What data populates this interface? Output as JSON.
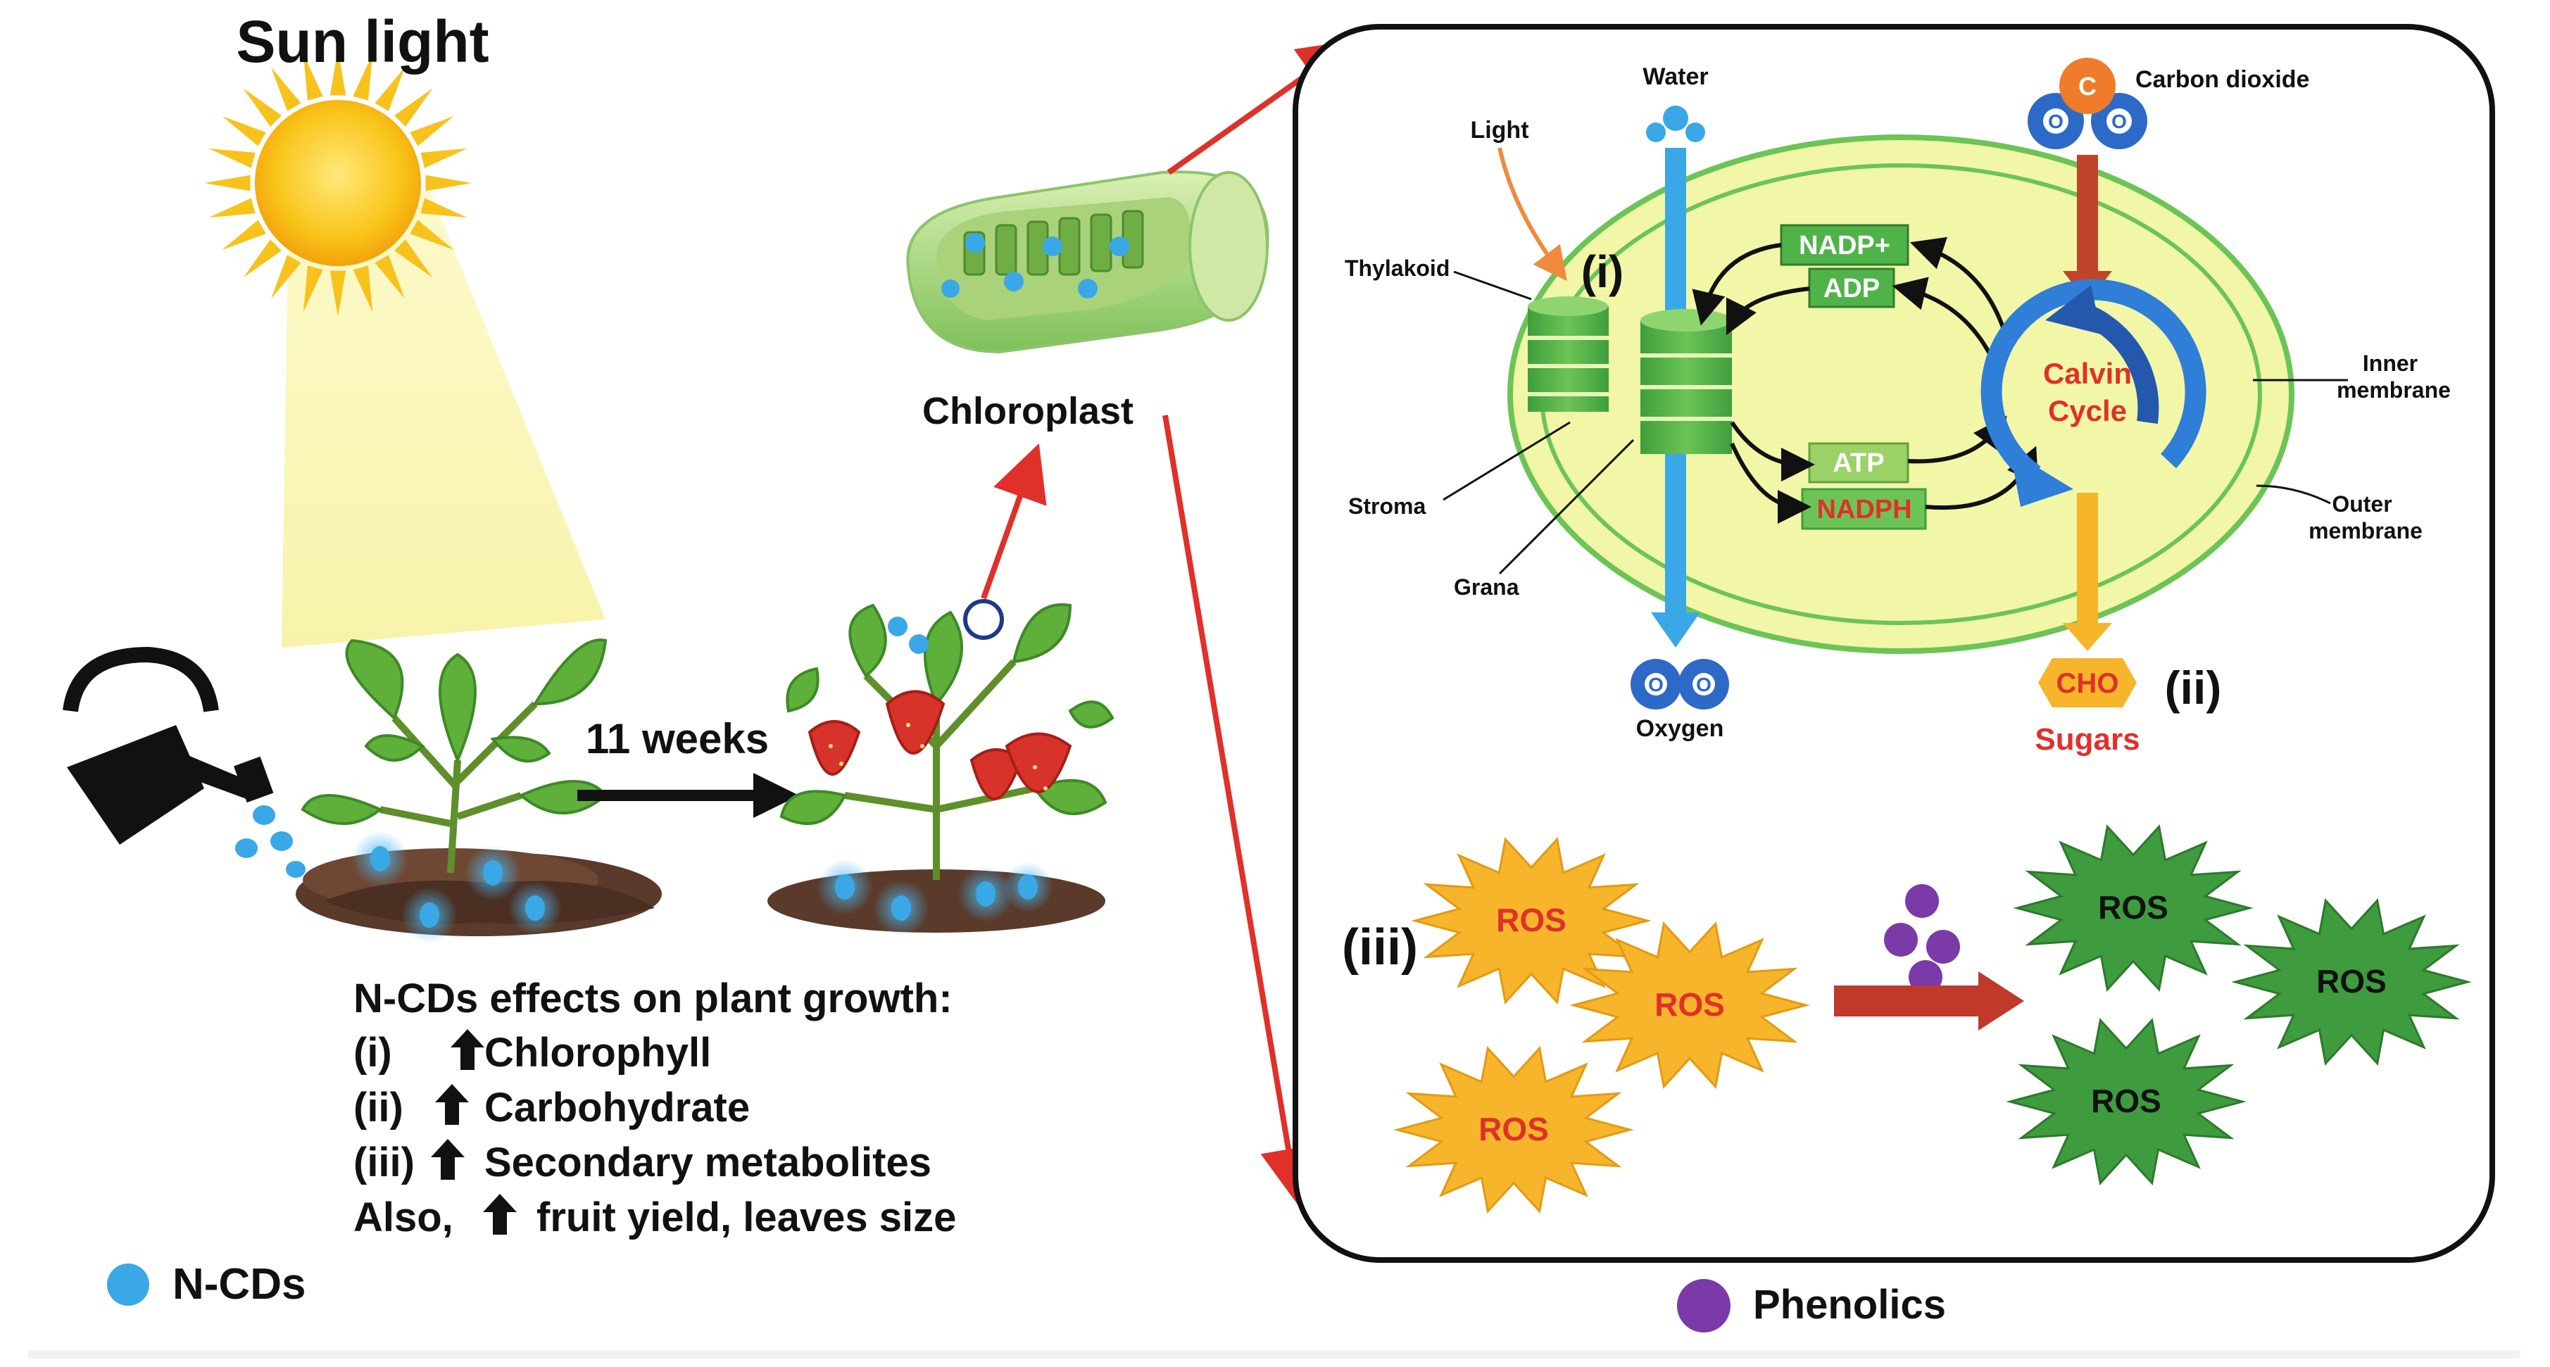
{
  "sunlight": {
    "title": "Sun light"
  },
  "chloroplast": {
    "label": "Chloroplast"
  },
  "timeline": {
    "label": "11 weeks"
  },
  "effects": {
    "heading": "N-CDs effects on plant growth:",
    "items": [
      {
        "marker": "(i)",
        "text": "Chlorophyll"
      },
      {
        "marker": "(ii)",
        "text": "Carbohydrate"
      },
      {
        "marker": "(iii)",
        "text": "Secondary metabolites"
      }
    ],
    "also_prefix": "Also,",
    "also_text": "fruit yield, leaves size"
  },
  "legend": {
    "ncds": "N-CDs",
    "phenolics": "Phenolics"
  },
  "photosynthesis": {
    "water": "Water",
    "carbon_dioxide": "Carbon dioxide",
    "co2_atom_c": "C",
    "co2_atom_o": "O",
    "light": "Light",
    "thylakoid": "Thylakoid",
    "marker_i": "(i)",
    "nadp": "NADP+",
    "adp": "ADP",
    "atp": "ATP",
    "nadph": "NADPH",
    "calvin_line1": "Calvin",
    "calvin_line2": "Cycle",
    "inner_membrane_line1": "Inner",
    "inner_membrane_line2": "membrane",
    "outer_membrane_line1": "Outer",
    "outer_membrane_line2": "membrane",
    "stroma": "Stroma",
    "grana": "Grana",
    "oxygen": "Oxygen",
    "oxygen_atom": "O",
    "cho": "CHO",
    "marker_ii": "(ii)",
    "sugars": "Sugars"
  },
  "ros_panel": {
    "marker_iii": "(iii)",
    "ros": "ROS"
  },
  "colors": {
    "arrow_red": "#e0302a",
    "ncd_blue": "#3aa8e6",
    "phenolic_purple": "#7a3aa8",
    "ros_yellow": "#f6b52a",
    "ros_green": "#3e9b3e",
    "chloroplast_fill": "#eef5a6",
    "grana_green": "#4fb34a"
  },
  "icons": [
    "sun-icon",
    "watering-can-icon",
    "seedling-icon",
    "strawberry-plant-icon",
    "chloroplast-3d-icon",
    "up-arrow-icon"
  ]
}
